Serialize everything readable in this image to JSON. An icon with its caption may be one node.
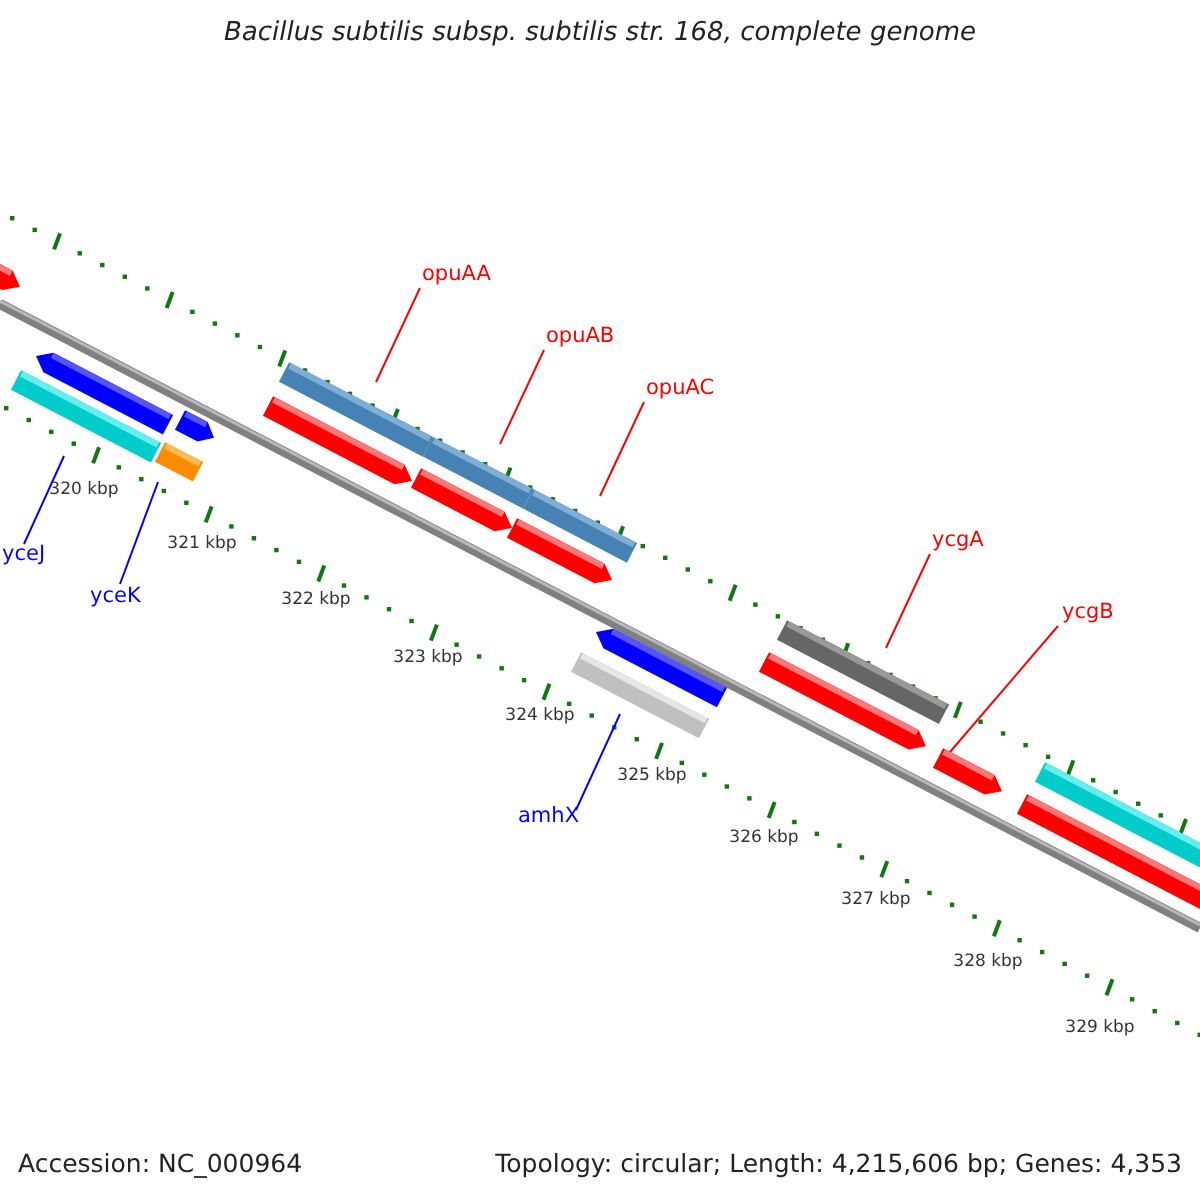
{
  "diagram": {
    "title": "Bacillus subtilis subsp. subtilis str. 168, complete genome",
    "nodes": [
      {
        "text": [
          "opuAA"
        ]
      },
      {
        "text": [
          "opuAB"
        ]
      },
      {
        "text": [
          "opuAC"
        ]
      },
      {
        "text": [
          "ycgA"
        ]
      },
      {
        "text": [
          "ycgB"
        ]
      },
      {
        "text": [
          "yceJ"
        ]
      },
      {
        "text": [
          "yceK"
        ]
      },
      {
        "text": [
          "amhX"
        ]
      },
      {
        "text": [],
        "shape": "bar"
      },
      {
        "text": [],
        "shape": "bar"
      },
      {
        "text": [],
        "shape": "bar"
      },
      {
        "text": [],
        "shape": "bar"
      },
      {
        "text": [],
        "shape": "bar"
      },
      {
        "text": [],
        "shape": "bar"
      },
      {
        "text": [],
        "shape": "bar"
      },
      {
        "text": [],
        "shape": "bar"
      }
    ],
    "edges": [
      {
        "from": 0,
        "to": 10,
        "arrow": "none"
      },
      {
        "from": 1,
        "to": 11,
        "arrow": "none"
      },
      {
        "from": 2,
        "to": 12,
        "arrow": "none"
      },
      {
        "from": 3,
        "to": 14,
        "arrow": "none"
      },
      {
        "from": 4,
        "to": 15,
        "arrow": "none"
      },
      {
        "from": 5,
        "to": 8,
        "arrow": "none",
        "color": "#0000ff"
      },
      {
        "from": 6,
        "to": 9,
        "arrow": "none",
        "color": "#0000ff"
      },
      {
        "from": 7,
        "to": 13,
        "arrow": "none",
        "color": "#0000ff"
      }
    ],
    "labels": [
      "320 kbp",
      "321 kbp",
      "322 kbp",
      "323 kbp",
      "324 kbp",
      "325 kbp",
      "326 kbp",
      "327 kbp",
      "328 kbp",
      "329 kbp",
      "Accession: NC_000964",
      "Topology: circular; Length: 4,215,606 bp; Genes: 4,353"
    ]
  }
}
